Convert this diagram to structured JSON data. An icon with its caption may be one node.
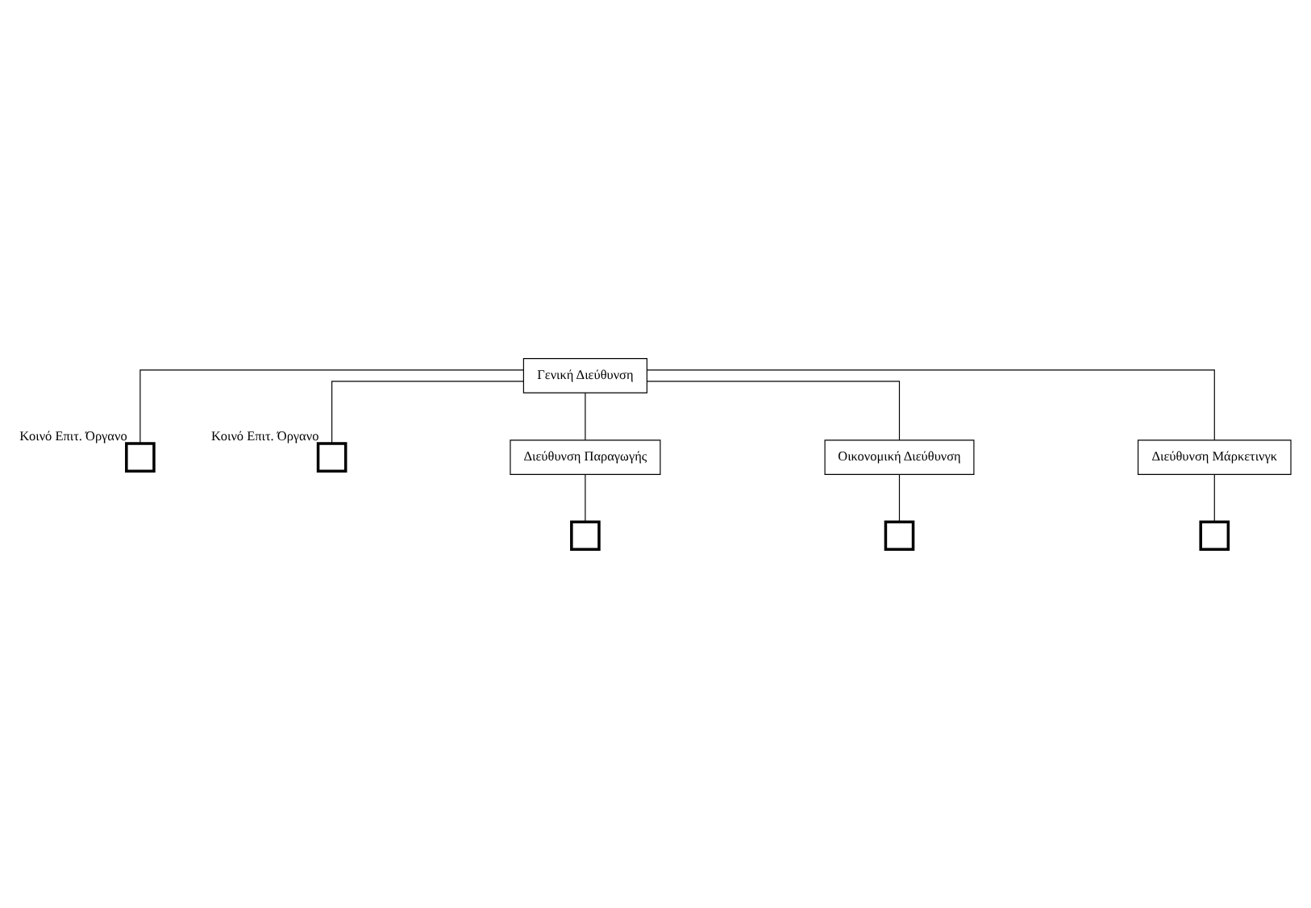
{
  "diagram": {
    "nodes": [
      {
        "text": [
          "Γενική Διεύθυνση"
        ]
      },
      {
        "text": [],
        "shape": "box",
        "beside": [
          "Κοινό Επιτ. Όργανο"
        ]
      },
      {
        "text": [],
        "shape": "box",
        "beside": [
          "Κοινό Επιτ. Όργανο"
        ]
      },
      {
        "text": [
          "Διεύθυνση Παραγωγής"
        ]
      },
      {
        "text": [
          "Οικονομική Διεύθυνση"
        ]
      },
      {
        "text": [
          "Διεύθυνση Μάρκετινγκ"
        ]
      },
      {
        "text": [],
        "shape": "box"
      },
      {
        "text": [],
        "shape": "box"
      },
      {
        "text": [],
        "shape": "box"
      }
    ],
    "edges": [
      {
        "from": 0,
        "to": 1,
        "arrow": "none"
      },
      {
        "from": 0,
        "to": 2,
        "arrow": "none"
      },
      {
        "from": 0,
        "to": 3,
        "arrow": "none"
      },
      {
        "from": 0,
        "to": 4,
        "arrow": "none"
      },
      {
        "from": 0,
        "to": 5,
        "arrow": "none"
      },
      {
        "from": 3,
        "to": 6,
        "arrow": "none"
      },
      {
        "from": 4,
        "to": 7,
        "arrow": "none"
      },
      {
        "from": 5,
        "to": 8,
        "arrow": "none"
      }
    ]
  }
}
